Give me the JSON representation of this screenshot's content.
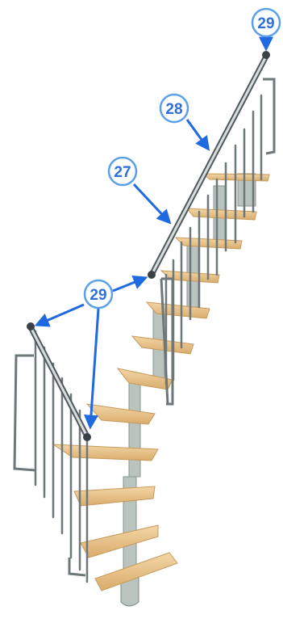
{
  "callouts": [
    {
      "id": "c29-top",
      "label": "29"
    },
    {
      "id": "c28",
      "label": "28"
    },
    {
      "id": "c27",
      "label": "27"
    },
    {
      "id": "c29-lower",
      "label": "29"
    }
  ],
  "colors": {
    "callout_fill": "#ffffff",
    "callout_stroke": "#5aa0e8",
    "callout_text": "#2e6fd9",
    "arrow": "#1f6ae0",
    "wood": "#e9c58e",
    "wood_edge": "#c79a5a",
    "metal": "#9aa3a6",
    "metal_dark": "#5f686b",
    "post": "#b8c4bd"
  }
}
